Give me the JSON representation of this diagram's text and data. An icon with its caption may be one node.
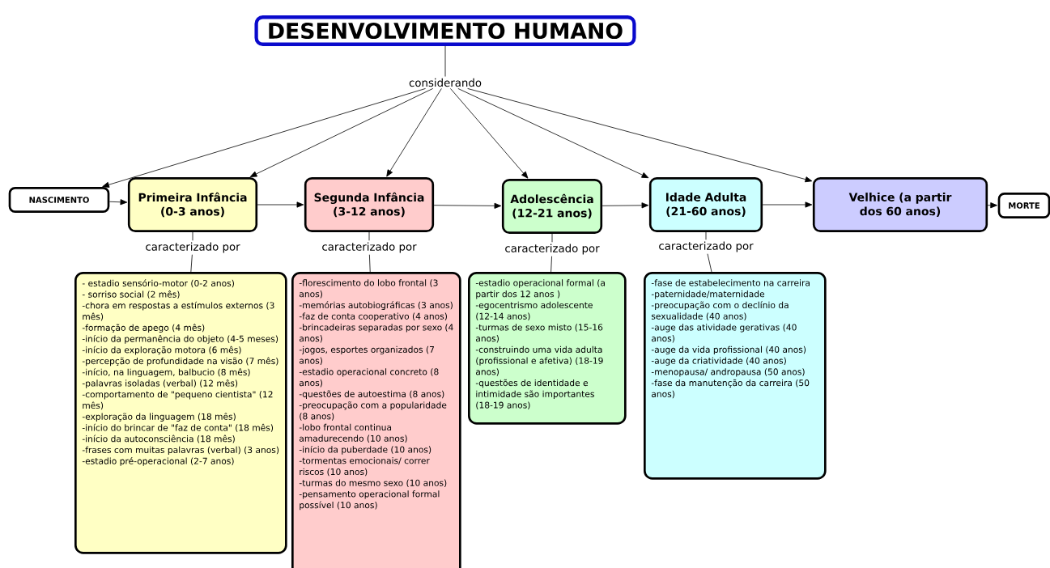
{
  "diagram": {
    "nodes": [
      {
        "text": [
          "DESENVOLVIMENTO HUMANO"
        ]
      },
      {
        "text": [
          "considerando"
        ]
      },
      {
        "text": [
          "NASCIMENTO"
        ]
      },
      {
        "text": [
          "Primeira Infância (0-3 anos)"
        ]
      },
      {
        "text": [
          "Segunda Infância (3-12 anos)"
        ]
      },
      {
        "text": [
          "Adolescência (12-21 anos)"
        ]
      },
      {
        "text": [
          "Idade Adulta (21-60 anos)"
        ]
      },
      {
        "text": [
          "Velhice (a partir dos 60 anos)"
        ]
      },
      {
        "text": [
          "MORTE"
        ]
      },
      {
        "text": [
          "caracterizado por"
        ]
      },
      {
        "text": [
          "caracterizado por"
        ]
      },
      {
        "text": [
          "caracterizado por"
        ]
      },
      {
        "text": [
          "caracterizado por"
        ]
      },
      {
        "text": [
          "- estadio sensório-motor (0-2 anos)",
          "- sorriso social (2 mês)",
          "-chora em respostas a estímulos externos (3 mês)",
          "-formação de apego (4 mês)",
          "-início da permanência do objeto (4-5 meses)",
          "-início da exploração motora (6 mês)",
          "-percepção de profundidade na visão (7 mês)",
          "-início, na linguagem, balbucio (8 mês)",
          "-palavras isoladas (verbal) (12 mês)",
          "-comportamento de \"pequeno cientista\" (12 mês)",
          "-exploração da linguagem (18 mês)",
          "-início do brincar de \"faz de conta\" (18 mês)",
          "-início da autoconsciência (18 mês)",
          "-frases com muitas palavras (verbal) (3 anos)",
          "-estadio pré-operacional (2-7 anos)"
        ]
      },
      {
        "text": [
          "-florescimento do lobo frontal (3 anos)",
          "-memórias autobiográficas (3 anos)",
          "-faz de conta cooperativo (4 anos)",
          "-brincadeiras separadas por sexo (4 anos)",
          "-jogos, esportes organizados (7 anos)",
          "-estadio operacional concreto (8 anos)",
          "-questões de autoestima (8 anos)",
          "-preocupação com a popularidade (8 anos)",
          "-lobo frontal continua amadurecendo (10 anos)",
          "-início da puberdade (10 anos)",
          "-tormentas emocionais/ correr riscos (10 anos)",
          "-turmas do mesmo sexo (10 anos)",
          "-pensamento operacional formal possível (10 anos)"
        ]
      },
      {
        "text": [
          "-estadio operacional formal (a partir dos 12 anos )",
          "-egocentrismo adolescente (12-14 anos)",
          "-turmas de sexo misto (15-16 anos)",
          "-construindo uma vida adulta (profissional e afetiva) (18-19 anos)",
          "-questões de identidade e intimidade são importantes (18-19 anos)"
        ]
      },
      {
        "text": [
          "-fase de estabelecimento na carreira",
          "-paternidade/maternidade",
          "-preocupação com o declínio da sexualidade (40 anos)",
          "-auge das atividade gerativas (40 anos)",
          "-auge da vida profissional (40 anos)",
          "-auge da criatividade (40 anos)",
          "-menopausa/ andropausa (50 anos)",
          "-fase da manutenção da carreira (50 anos)"
        ]
      }
    ],
    "edges": [
      {
        "from": 0,
        "to": 1,
        "arrow": "none"
      },
      {
        "from": 1,
        "to": 2,
        "arrow": "to"
      },
      {
        "from": 1,
        "to": 3,
        "arrow": "to"
      },
      {
        "from": 1,
        "to": 4,
        "arrow": "to"
      },
      {
        "from": 1,
        "to": 5,
        "arrow": "to"
      },
      {
        "from": 1,
        "to": 6,
        "arrow": "to"
      },
      {
        "from": 1,
        "to": 7,
        "arrow": "to"
      },
      {
        "from": 2,
        "to": 3,
        "arrow": "to"
      },
      {
        "from": 3,
        "to": 4,
        "arrow": "to"
      },
      {
        "from": 4,
        "to": 5,
        "arrow": "to"
      },
      {
        "from": 5,
        "to": 6,
        "arrow": "to"
      },
      {
        "from": 6,
        "to": 7,
        "arrow": "to"
      },
      {
        "from": 7,
        "to": 8,
        "arrow": "to"
      },
      {
        "from": 3,
        "to": 9,
        "arrow": "none"
      },
      {
        "from": 9,
        "to": 13,
        "arrow": "none"
      },
      {
        "from": 4,
        "to": 10,
        "arrow": "none"
      },
      {
        "from": 10,
        "to": 14,
        "arrow": "none"
      },
      {
        "from": 5,
        "to": 11,
        "arrow": "none"
      },
      {
        "from": 11,
        "to": 15,
        "arrow": "none"
      },
      {
        "from": 6,
        "to": 12,
        "arrow": "none"
      },
      {
        "from": 12,
        "to": 16,
        "arrow": "none"
      }
    ]
  }
}
